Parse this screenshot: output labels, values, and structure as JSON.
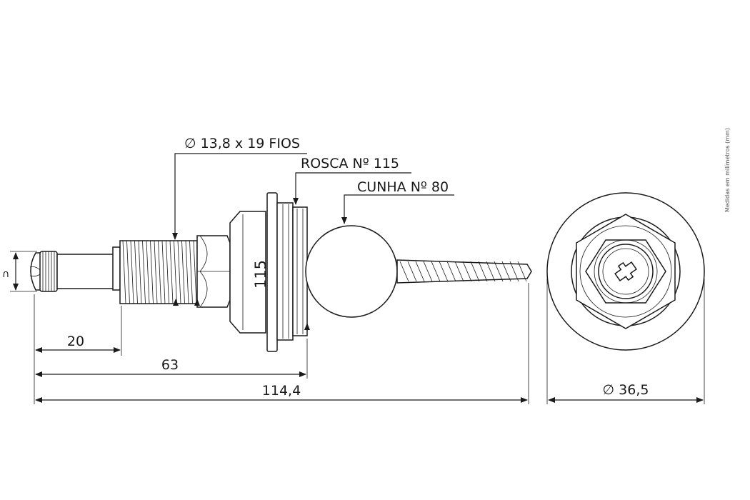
{
  "callouts": {
    "thread_spec": "∅ 13,8 x 19 FIOS",
    "thread_number": "ROSCA Nº 115",
    "wedge_number": "CUNHA Nº 80"
  },
  "part_marking": "115",
  "dimensions": {
    "d20": "20",
    "d63": "63",
    "d114": "114,4",
    "diameter": "∅ 36,5",
    "side": "∩"
  },
  "units_note": "Medidas em milímetros (mm)",
  "colors": {
    "line": "#1a1a1a",
    "shade": "#d9d9d9"
  }
}
